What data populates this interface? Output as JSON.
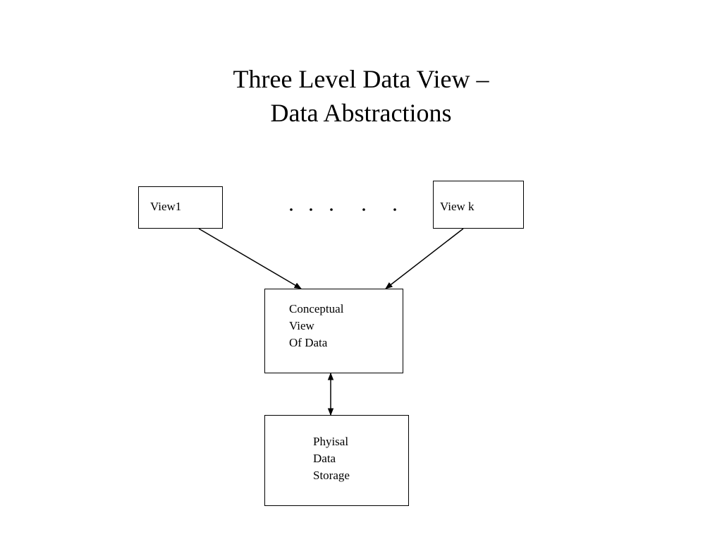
{
  "slide": {
    "title_line1": "Three Level Data View –",
    "title_line2": "Data Abstractions"
  },
  "diagram": {
    "view1": {
      "label": "View1"
    },
    "viewk": {
      "label": "View k"
    },
    "ellipsis": ". . . . .",
    "conceptual": {
      "lines": [
        "Conceptual",
        "View",
        "Of Data"
      ]
    },
    "physical": {
      "lines": [
        "Phyisal",
        "Data",
        "Storage"
      ]
    }
  }
}
